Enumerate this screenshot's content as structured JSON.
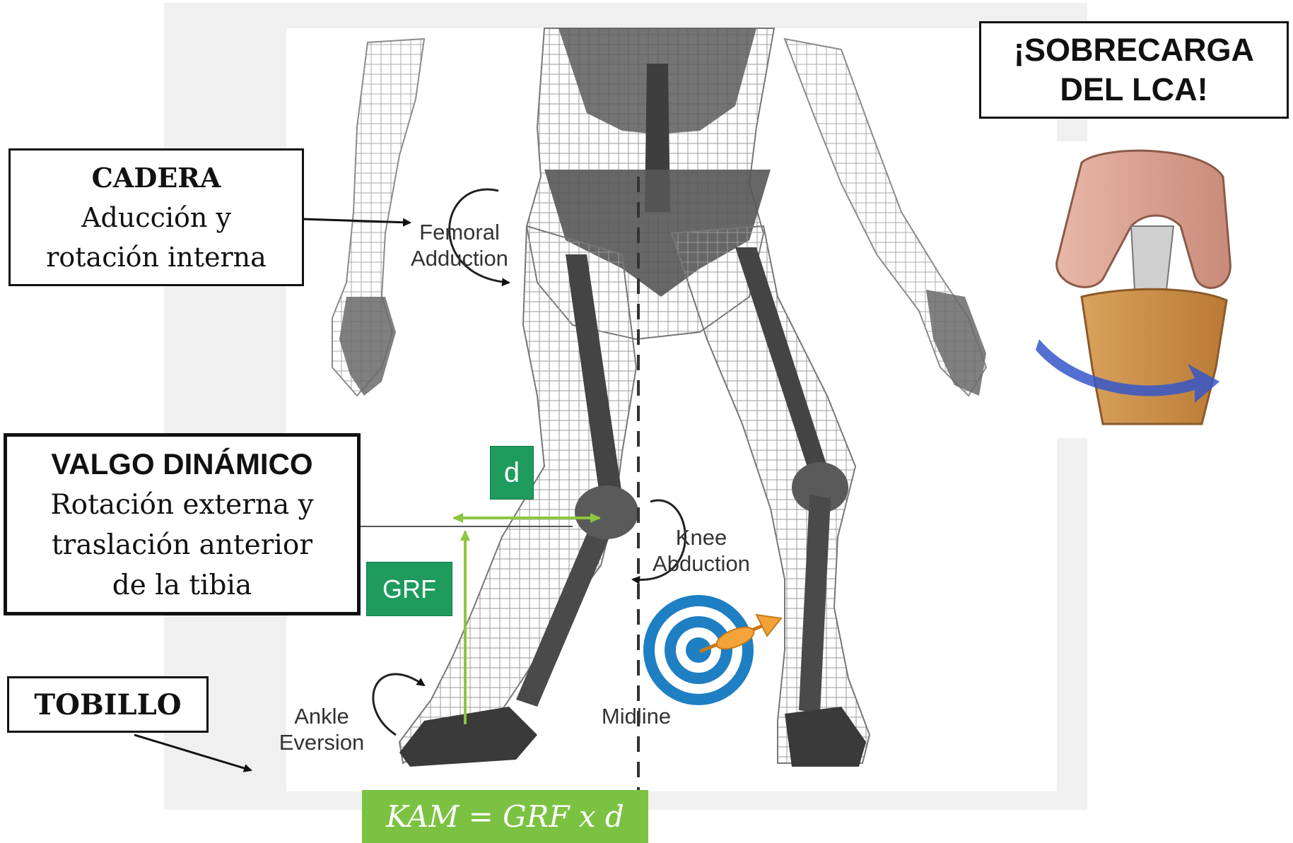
{
  "hip_box": {
    "title": "CADERA",
    "line1": "Aducción y",
    "line2": "rotación interna"
  },
  "valgus_box": {
    "title": "VALGO DINÁMICO",
    "line1": "Rotación externa y",
    "line2": "traslación anterior",
    "line3": "de la tibia"
  },
  "ankle_box": {
    "title": "TOBILLO"
  },
  "acl_box": {
    "line1": "¡SOBRECARGA",
    "line2": "DEL LCA!"
  },
  "figure_labels": {
    "femoral_1": "Femoral",
    "femoral_2": "Adduction",
    "knee_1": "Knee",
    "knee_2": "Abduction",
    "ankle_1": "Ankle",
    "ankle_2": "Eversion",
    "midline": "Midline"
  },
  "d_tag": "d",
  "grf_tag": "GRF",
  "formula": "KAM = GRF x d",
  "colors": {
    "tag_green": "#1e9b5d",
    "formula_green": "#7cc242",
    "vector_green": "#8dc63f",
    "target_blue": "#1e7fc3",
    "dart_orange": "#f3a33a",
    "rotation_arrow": "#3556c9"
  },
  "icons": [
    "skeleton-figure",
    "knee-joint-illustration",
    "target-icon",
    "dart-icon",
    "rotation-arrow-icon"
  ]
}
